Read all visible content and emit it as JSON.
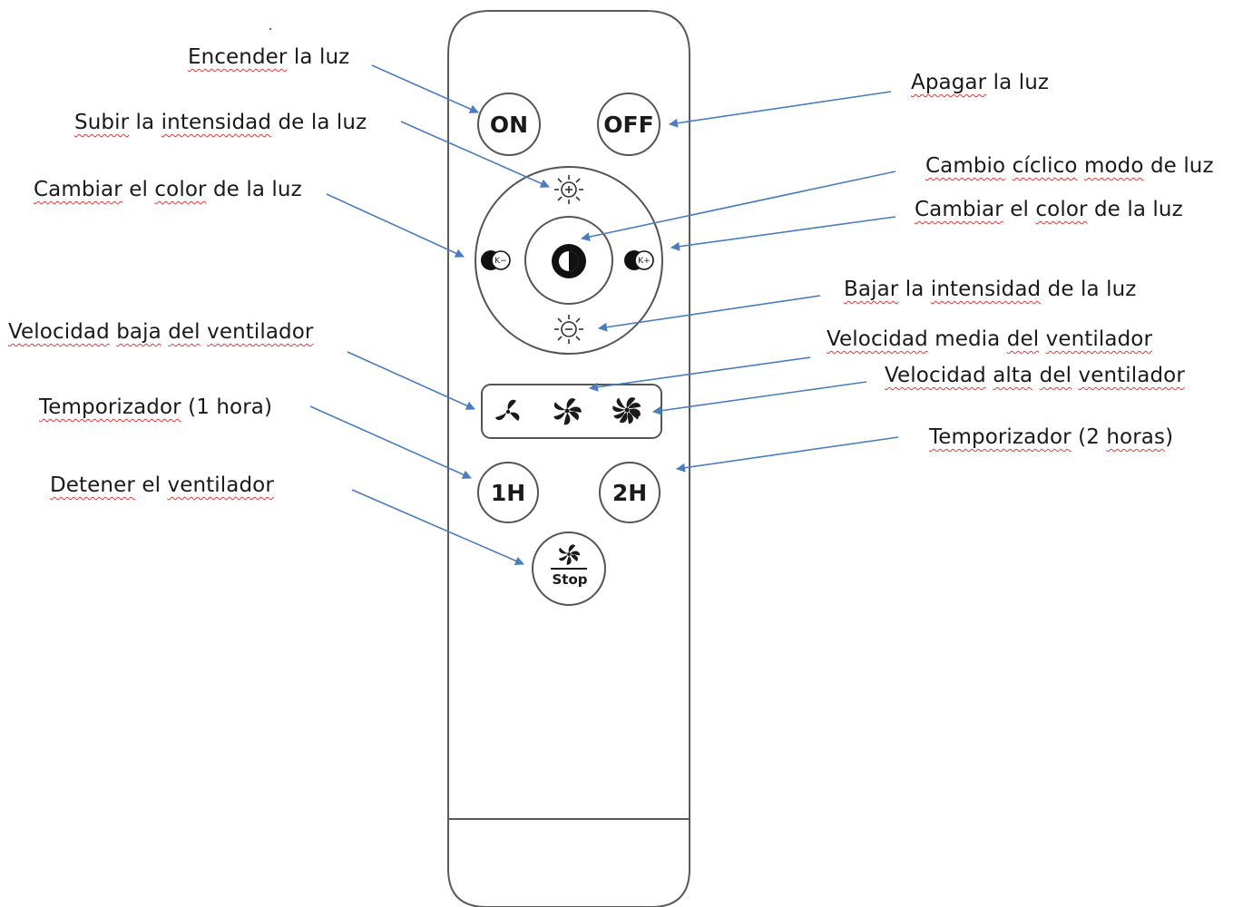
{
  "labels": {
    "encender": [
      "Encender",
      "la luz"
    ],
    "apagar": [
      "Apagar",
      "la luz"
    ],
    "subir": [
      "Subir",
      "la",
      "intensidad",
      "de la luz"
    ],
    "cambio_ciclico": [
      "Cambio",
      "cíclico",
      "modo",
      "de luz"
    ],
    "color_left": [
      "Cambiar",
      "el",
      "color",
      "de la luz"
    ],
    "color_right": [
      "Cambiar",
      "el",
      "color",
      "de la luz"
    ],
    "bajar": [
      "Bajar",
      "la",
      "intensidad",
      "de la luz"
    ],
    "vel_baja": [
      "Velocidad",
      "baja",
      "del",
      "ventilador"
    ],
    "vel_media": [
      "Velocidad",
      "media",
      "del",
      "ventilador"
    ],
    "vel_alta": [
      "Velocidad",
      "alta",
      "del",
      "ventilador"
    ],
    "temp_1h": [
      "Temporizador",
      "(1 hora)"
    ],
    "temp_2h": [
      "Temporizador",
      "(2",
      "horas",
      ")"
    ],
    "detener": [
      "Detener",
      "el",
      "ventilador"
    ]
  },
  "buttons": {
    "on": "ON",
    "off": "OFF",
    "one_hour": "1H",
    "two_hour": "2H",
    "stop": "Stop",
    "k_minus": "K−",
    "k_plus": "K+"
  },
  "colors": {
    "arrow": "#4a7cc0",
    "outline": "#555555",
    "squiggle": "#e23b3b"
  }
}
